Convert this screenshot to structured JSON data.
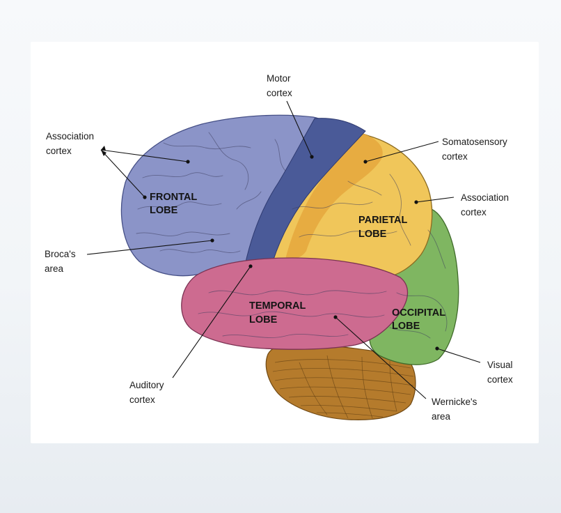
{
  "lobes": {
    "frontal": [
      "FRONTAL",
      "LOBE"
    ],
    "parietal": [
      "PARIETAL",
      "LOBE"
    ],
    "temporal": [
      "TEMPORAL",
      "LOBE"
    ],
    "occipital": [
      "OCCIPITAL",
      "LOBE"
    ]
  },
  "callouts": {
    "motor_cortex": [
      "Motor",
      "cortex"
    ],
    "association_cortex_frontal": [
      "Association",
      "cortex"
    ],
    "somatosensory_cortex": [
      "Somatosensory",
      "cortex"
    ],
    "association_cortex_parietal": [
      "Association",
      "cortex"
    ],
    "brocas_area": [
      "Broca's",
      "area"
    ],
    "auditory_cortex": [
      "Auditory",
      "cortex"
    ],
    "wernickes_area": [
      "Wernicke's",
      "area"
    ],
    "visual_cortex": [
      "Visual",
      "cortex"
    ]
  },
  "colors": {
    "frontal": "#8b94c8",
    "motor": "#4a5a98",
    "parietal": "#f0c65a",
    "somatosensory": "#e5a83e",
    "temporal": "#cd6b90",
    "occipital": "#7fb661",
    "cerebellum": "#b57b2c"
  }
}
